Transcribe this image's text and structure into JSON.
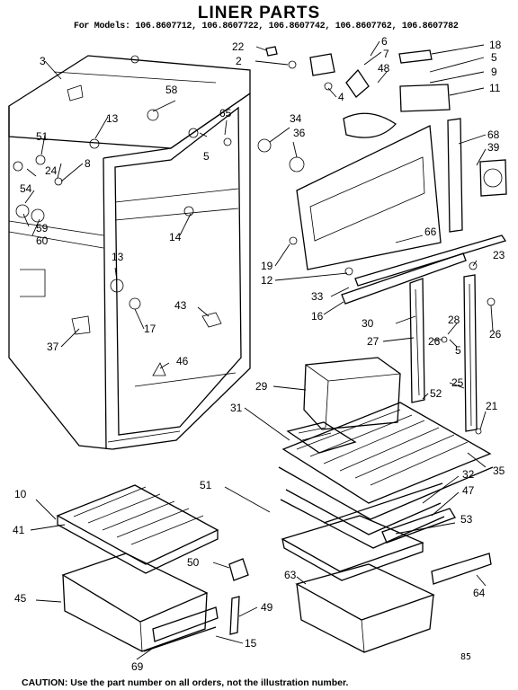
{
  "header": {
    "title": "LINER PARTS",
    "models": "For Models: 106.8607712, 106.8607722, 106.8607742, 106.8607762, 106.8607782"
  },
  "footer": {
    "caution": "CAUTION: Use the part number on all orders, not the illustration number.",
    "code": "85"
  },
  "callouts": [
    "3",
    "22",
    "2",
    "6",
    "7",
    "48",
    "18",
    "5",
    "9",
    "11",
    "4",
    "58",
    "65",
    "34",
    "36",
    "13",
    "51",
    "24",
    "8",
    "54",
    "5",
    "68",
    "39",
    "14",
    "59",
    "60",
    "66",
    "19",
    "12",
    "23",
    "33",
    "16",
    "13",
    "30",
    "28",
    "26",
    "43",
    "17",
    "27",
    "26",
    "5",
    "37",
    "46",
    "25",
    "29",
    "52",
    "21",
    "31",
    "35",
    "10",
    "51",
    "32",
    "47",
    "41",
    "53",
    "50",
    "63",
    "45",
    "64",
    "49",
    "15",
    "69"
  ]
}
